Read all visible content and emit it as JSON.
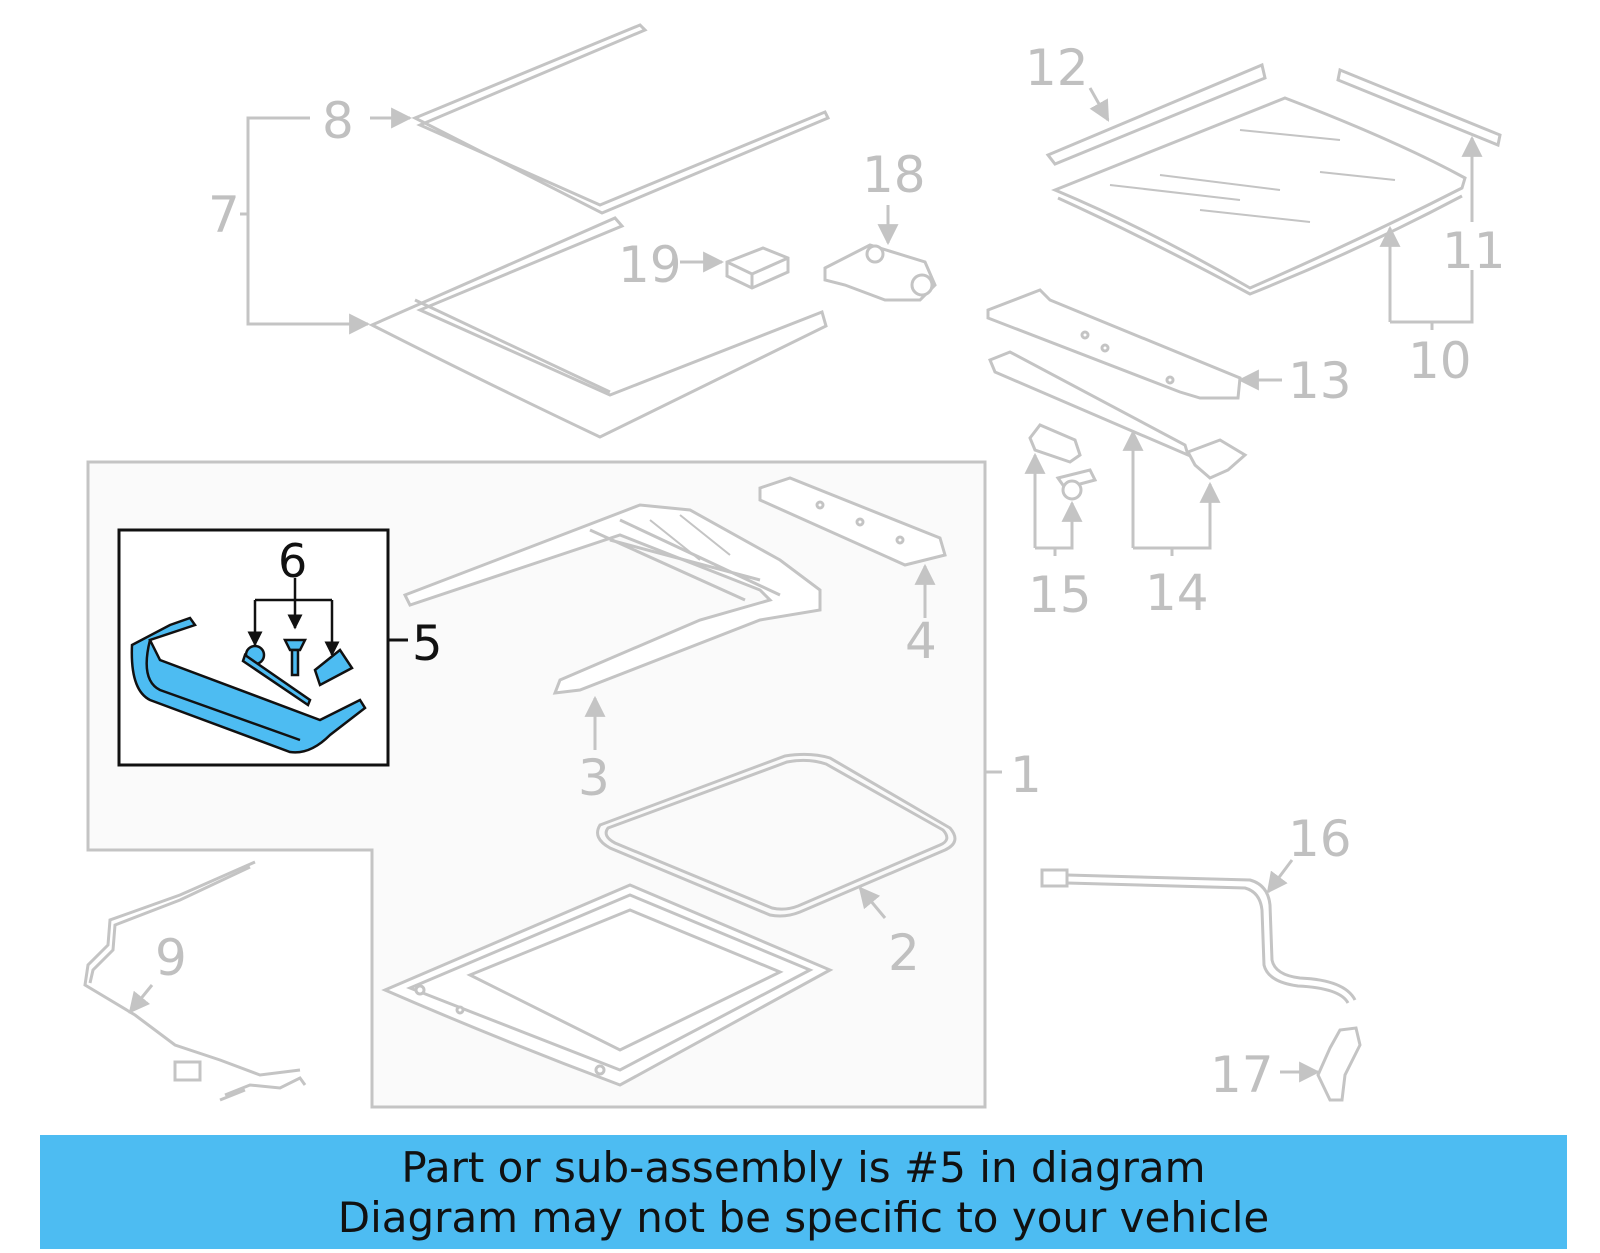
{
  "diagram": {
    "callouts": {
      "c1": "1",
      "c2": "2",
      "c3": "3",
      "c4": "4",
      "c5": "5",
      "c6": "6",
      "c7": "7",
      "c8": "8",
      "c9": "9",
      "c10": "10",
      "c11": "11",
      "c12": "12",
      "c13": "13",
      "c14": "14",
      "c15": "15",
      "c16": "16",
      "c17": "17",
      "c18": "18",
      "c19": "19"
    },
    "highlight_part": "5",
    "colors": {
      "line_gray": "#c4c4c4",
      "label_gray": "#c0c0c0",
      "highlight_fill": "#4dbcf2",
      "highlight_stroke": "#111111",
      "box_fill": "#fafafa",
      "banner_bg": "#4dbcf2"
    }
  },
  "banner": {
    "line1": "Part or sub-assembly is #5 in diagram",
    "line2": "Diagram may not be specific to your vehicle"
  }
}
